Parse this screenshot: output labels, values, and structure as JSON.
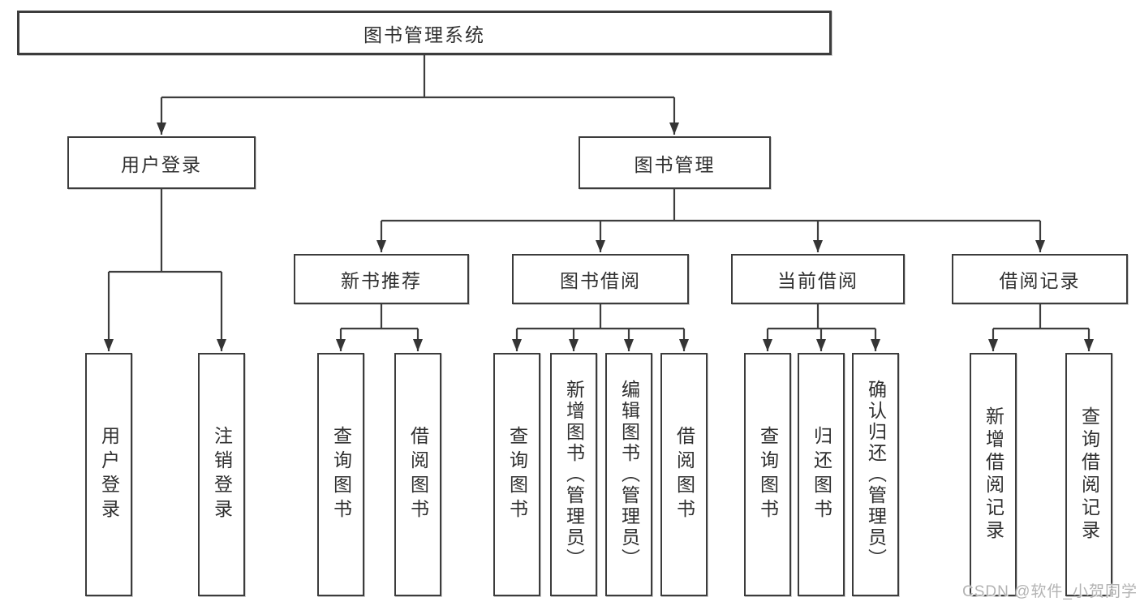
{
  "diagram": {
    "root": {
      "label": "图书管理系统"
    },
    "branches": {
      "login": {
        "label": "用户登录",
        "children": [
          {
            "label": "用户登录"
          },
          {
            "label": "注销登录"
          }
        ]
      },
      "management": {
        "label": "图书管理",
        "sections": [
          {
            "label": "新书推荐",
            "children": [
              {
                "label": "查询图书"
              },
              {
                "label": "借阅图书"
              }
            ]
          },
          {
            "label": "图书借阅",
            "children": [
              {
                "label": "查询图书"
              },
              {
                "label": "新增图书（管理员）"
              },
              {
                "label": "编辑图书（管理员）"
              },
              {
                "label": "借阅图书"
              }
            ]
          },
          {
            "label": "当前借阅",
            "children": [
              {
                "label": "查询图书"
              },
              {
                "label": "归还图书"
              },
              {
                "label": "确认归还（管理员）"
              }
            ]
          },
          {
            "label": "借阅记录",
            "children": [
              {
                "label": "新增借阅记录"
              },
              {
                "label": "查询借阅记录"
              }
            ]
          }
        ]
      }
    },
    "watermark": "CSDN @软件_小贺同学",
    "colors": {
      "line": "#3d3d3d",
      "text": "#2f2f2f",
      "watermark": "#b3b3b3",
      "background": "#ffffff"
    }
  }
}
